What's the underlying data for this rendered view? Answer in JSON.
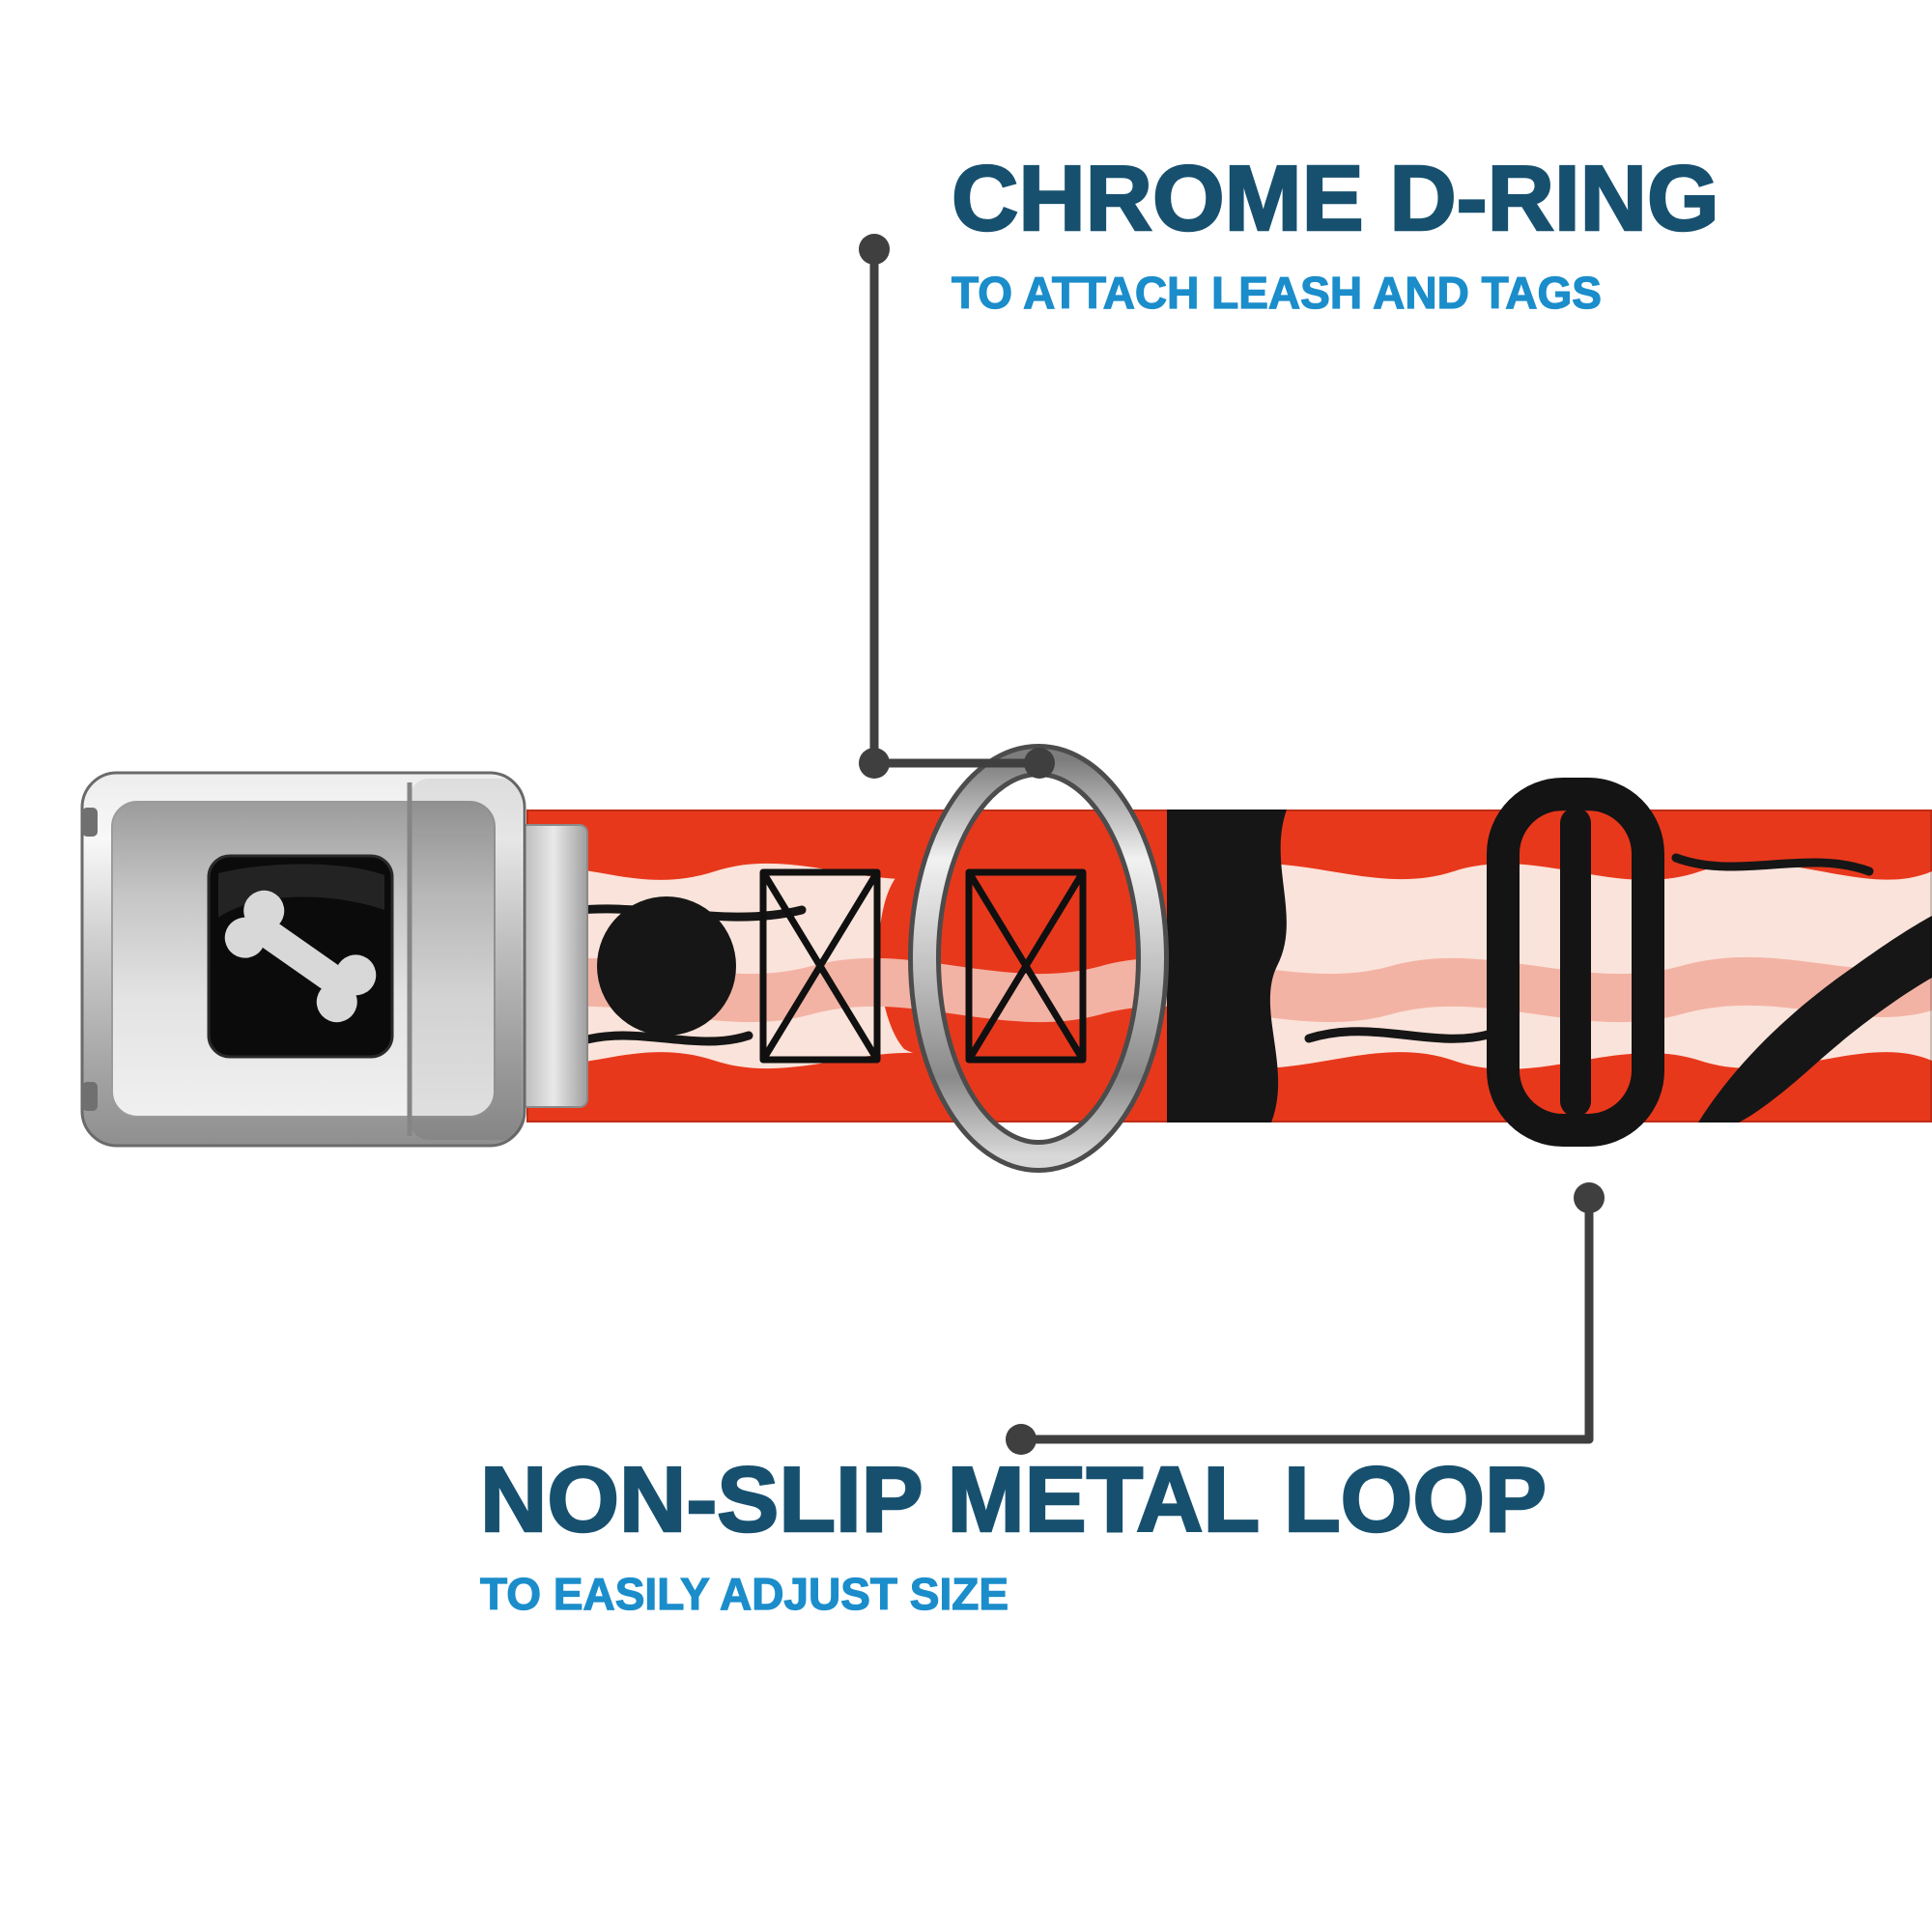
{
  "callouts": {
    "dring": {
      "title": "CHROME D-RING",
      "subtitle": "TO ATTACH LEASH AND TAGS"
    },
    "slider": {
      "title": "NON-SLIP METAL LOOP",
      "subtitle": "TO EASILY ADJUST SIZE"
    }
  },
  "colors": {
    "title_blue": "#17506F",
    "subtitle_blue": "#1B8DCB",
    "callout_line": "#3F3F3F",
    "bacon_red": "#E8381C",
    "bacon_pink": "#F3B3A4",
    "bacon_cream": "#FAE3DA",
    "pattern_black": "#161616",
    "chrome_silver": "#C9C9C9",
    "slider_black": "#141414"
  },
  "icons": [
    {
      "name": "bone-icon",
      "meaning": "dog bone logo on buckle face"
    }
  ],
  "product_parts": {
    "buckle": "seatbelt-buckle",
    "webbing": "bacon-pattern-webbing",
    "dring": "chrome-d-ring",
    "slider": "metal-slider-loop"
  }
}
